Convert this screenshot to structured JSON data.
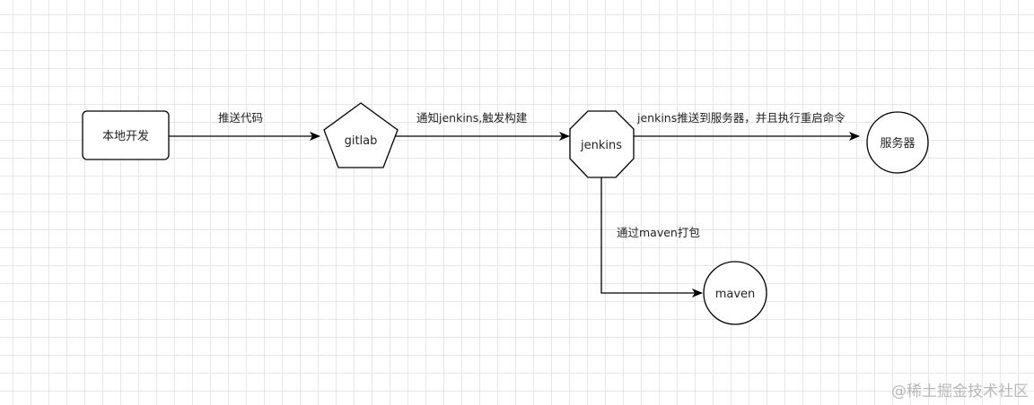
{
  "nodes": {
    "local_dev": "本地开发",
    "gitlab": "gitlab",
    "jenkins": "jenkins",
    "server": "服务器",
    "maven": "maven"
  },
  "edges": {
    "push_code": "推送代码",
    "notify_jenkins": "通知jenkins,触发构建",
    "jenkins_push_server": "jenkins推送到服务器，并且执行重启命令",
    "maven_package": "通过maven打包"
  },
  "watermark": "@稀土掘金技术社区",
  "colors": {
    "stroke": "#000000",
    "grid": "#e6e6e6",
    "watermark": "#b8b8b8"
  }
}
